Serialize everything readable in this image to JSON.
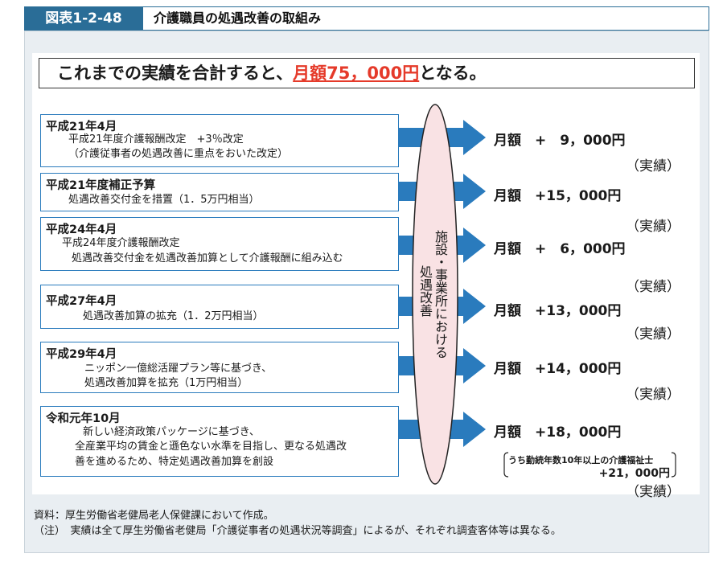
{
  "figure": {
    "label": "図表1-2-48",
    "title": "介護職員の処遇改善の取組み"
  },
  "summary": {
    "prefix": "これまでの実績を合計すると、",
    "highlight": "月額75，000円",
    "suffix": "となる。"
  },
  "ellipse": {
    "col1": "施設・事業所における",
    "col2": "処遇改善"
  },
  "items": [
    {
      "title": "平成21年4月",
      "lines": [
        "平成21年度介護報酬改定　+3％改定",
        "（介護従事者の処遇改善に重点をおいた改定）"
      ],
      "amount": "月額　+　9，000円",
      "result": "（実績）"
    },
    {
      "title": "平成21年度補正予算",
      "lines": [
        "処遇改善交付金を措置（1．5万円相当）"
      ],
      "amount": "月額　+15，000円",
      "result": "（実績）"
    },
    {
      "title": "平成24年4月",
      "lines": [
        "平成24年度介護報酬改定",
        "処遇改善交付金を処遇改善加算として介護報酬に組み込む"
      ],
      "amount": "月額　+　6，000円",
      "result": "（実績）"
    },
    {
      "title": "平成27年4月",
      "lines": [
        "処遇改善加算の拡充（1．2万円相当）"
      ],
      "amount": "月額　+13，000円",
      "result": "（実績）"
    },
    {
      "title": "平成29年4月",
      "lines": [
        "ニッポン一億総活躍プラン等に基づき、",
        "処遇改善加算を拡充（1万円相当）"
      ],
      "amount": "月額　+14，000円",
      "result": "（実績）"
    },
    {
      "title": "令和元年10月",
      "lines": [
        "新しい経済政策パッケージに基づき、",
        "全産業平均の賃金と遜色ない水準を目指し、更なる処遇改",
        "善を進めるため、特定処遇改善加算を創設"
      ],
      "amount": "月額　+18，000円",
      "result": "（実績）"
    }
  ],
  "sub_note": {
    "line1": "うち勤続年数10年以上の介護福祉士",
    "line2": "+21，000円"
  },
  "footnotes": {
    "source": "資料：厚生労働省老健局老人保健課において作成。",
    "note": "（注）　実績は全て厚生労働省老健局「介護従事者の処遇状況等調査」によるが、それぞれ調査客体等は異なる。"
  },
  "colors": {
    "header": "#2a6d97",
    "box_border": "#2a7bbd",
    "arrow": "#2a7bbd",
    "ellipse_fill": "#f9e2e4",
    "highlight": "#e53a2a",
    "frame_bg": "#e9eef2"
  }
}
